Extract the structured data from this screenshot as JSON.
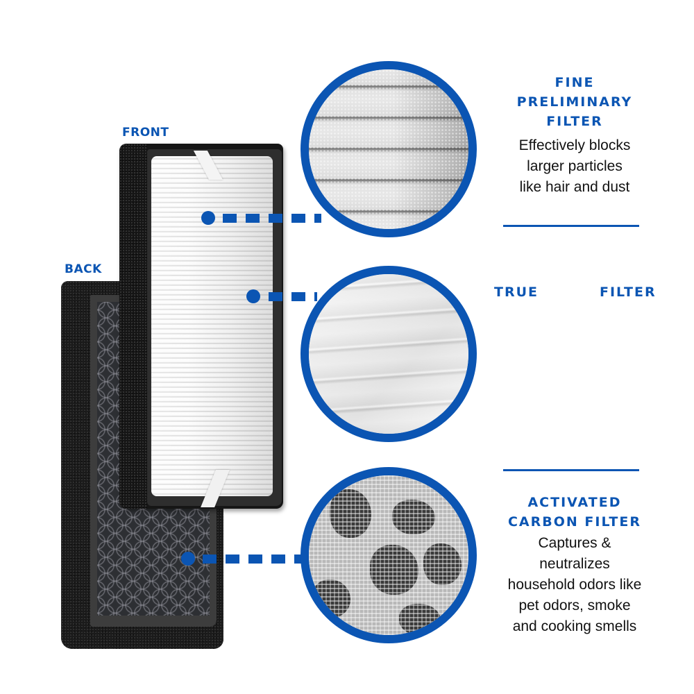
{
  "labels": {
    "front": "FRONT",
    "back": "BACK"
  },
  "filters": [
    {
      "title_lines": [
        "FINE",
        "PRELIMINARY",
        "FILTER"
      ],
      "description_lines": [
        "Effectively blocks",
        "larger particles",
        "like hair and dust"
      ]
    },
    {
      "title_left": "TRUE",
      "title_right": "FILTER",
      "description_lines": []
    },
    {
      "title_lines": [
        "ACTIVATED",
        "CARBON FILTER"
      ],
      "description_lines": [
        "Captures &",
        "neutralizes",
        "household odors like",
        "pet odors, smoke",
        "and cooking smells"
      ]
    }
  ],
  "colors": {
    "accent_blue": "#0b55b3",
    "text": "#111111",
    "background": "#ffffff"
  }
}
